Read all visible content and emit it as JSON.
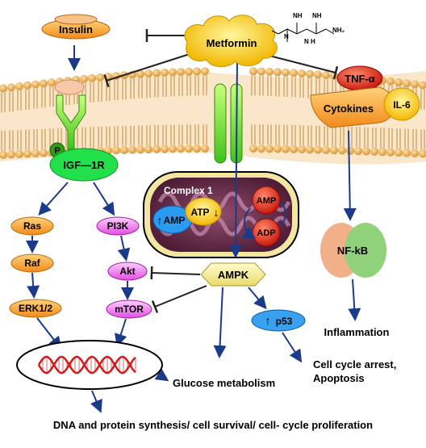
{
  "nodes": {
    "insulin": "Insulin",
    "metformin": "Metformin",
    "tnf": "TNF-α",
    "cytokines": "Cytokines",
    "il6": "IL-6",
    "p": "P",
    "igf1r": "IGF—1R",
    "complex1": "Complex 1",
    "amp_up": "AMP",
    "atp": "ATP",
    "amp_right": "AMP",
    "adp": "ADP",
    "ras": "Ras",
    "raf": "Raf",
    "erk": "ERK1/2",
    "pi3k": "PI3K",
    "akt": "Akt",
    "mtor": "mTOR",
    "ampk": "AMPK",
    "p53": "p53",
    "nfkb": "NF-kB",
    "inflammation": "Inflammation",
    "cellcycle_line1": "Cell cycle arrest,",
    "cellcycle_line2": "Apoptosis",
    "glucose": "Glucose metabolism",
    "footer": "DNA and protein synthesis/ cell survival/ cell- cycle proliferation",
    "up_arrow": "↑",
    "down_arrow": "↓"
  },
  "structure": {
    "nh_left": "NH",
    "nh_right": "NH",
    "n_label": "N",
    "nh_mid": "N\nH",
    "nh2": "NH₂"
  },
  "colors": {
    "membrane": "#d9a25c",
    "membrane_head": "#e8b25a",
    "orange_node": "#f6a623",
    "pink_node": "#f06cf0",
    "green_receptor": "#7ed321",
    "yellow_metformin": "#ffd21f",
    "red_node": "#e52b1e",
    "arrow": "#1b3a8a"
  }
}
